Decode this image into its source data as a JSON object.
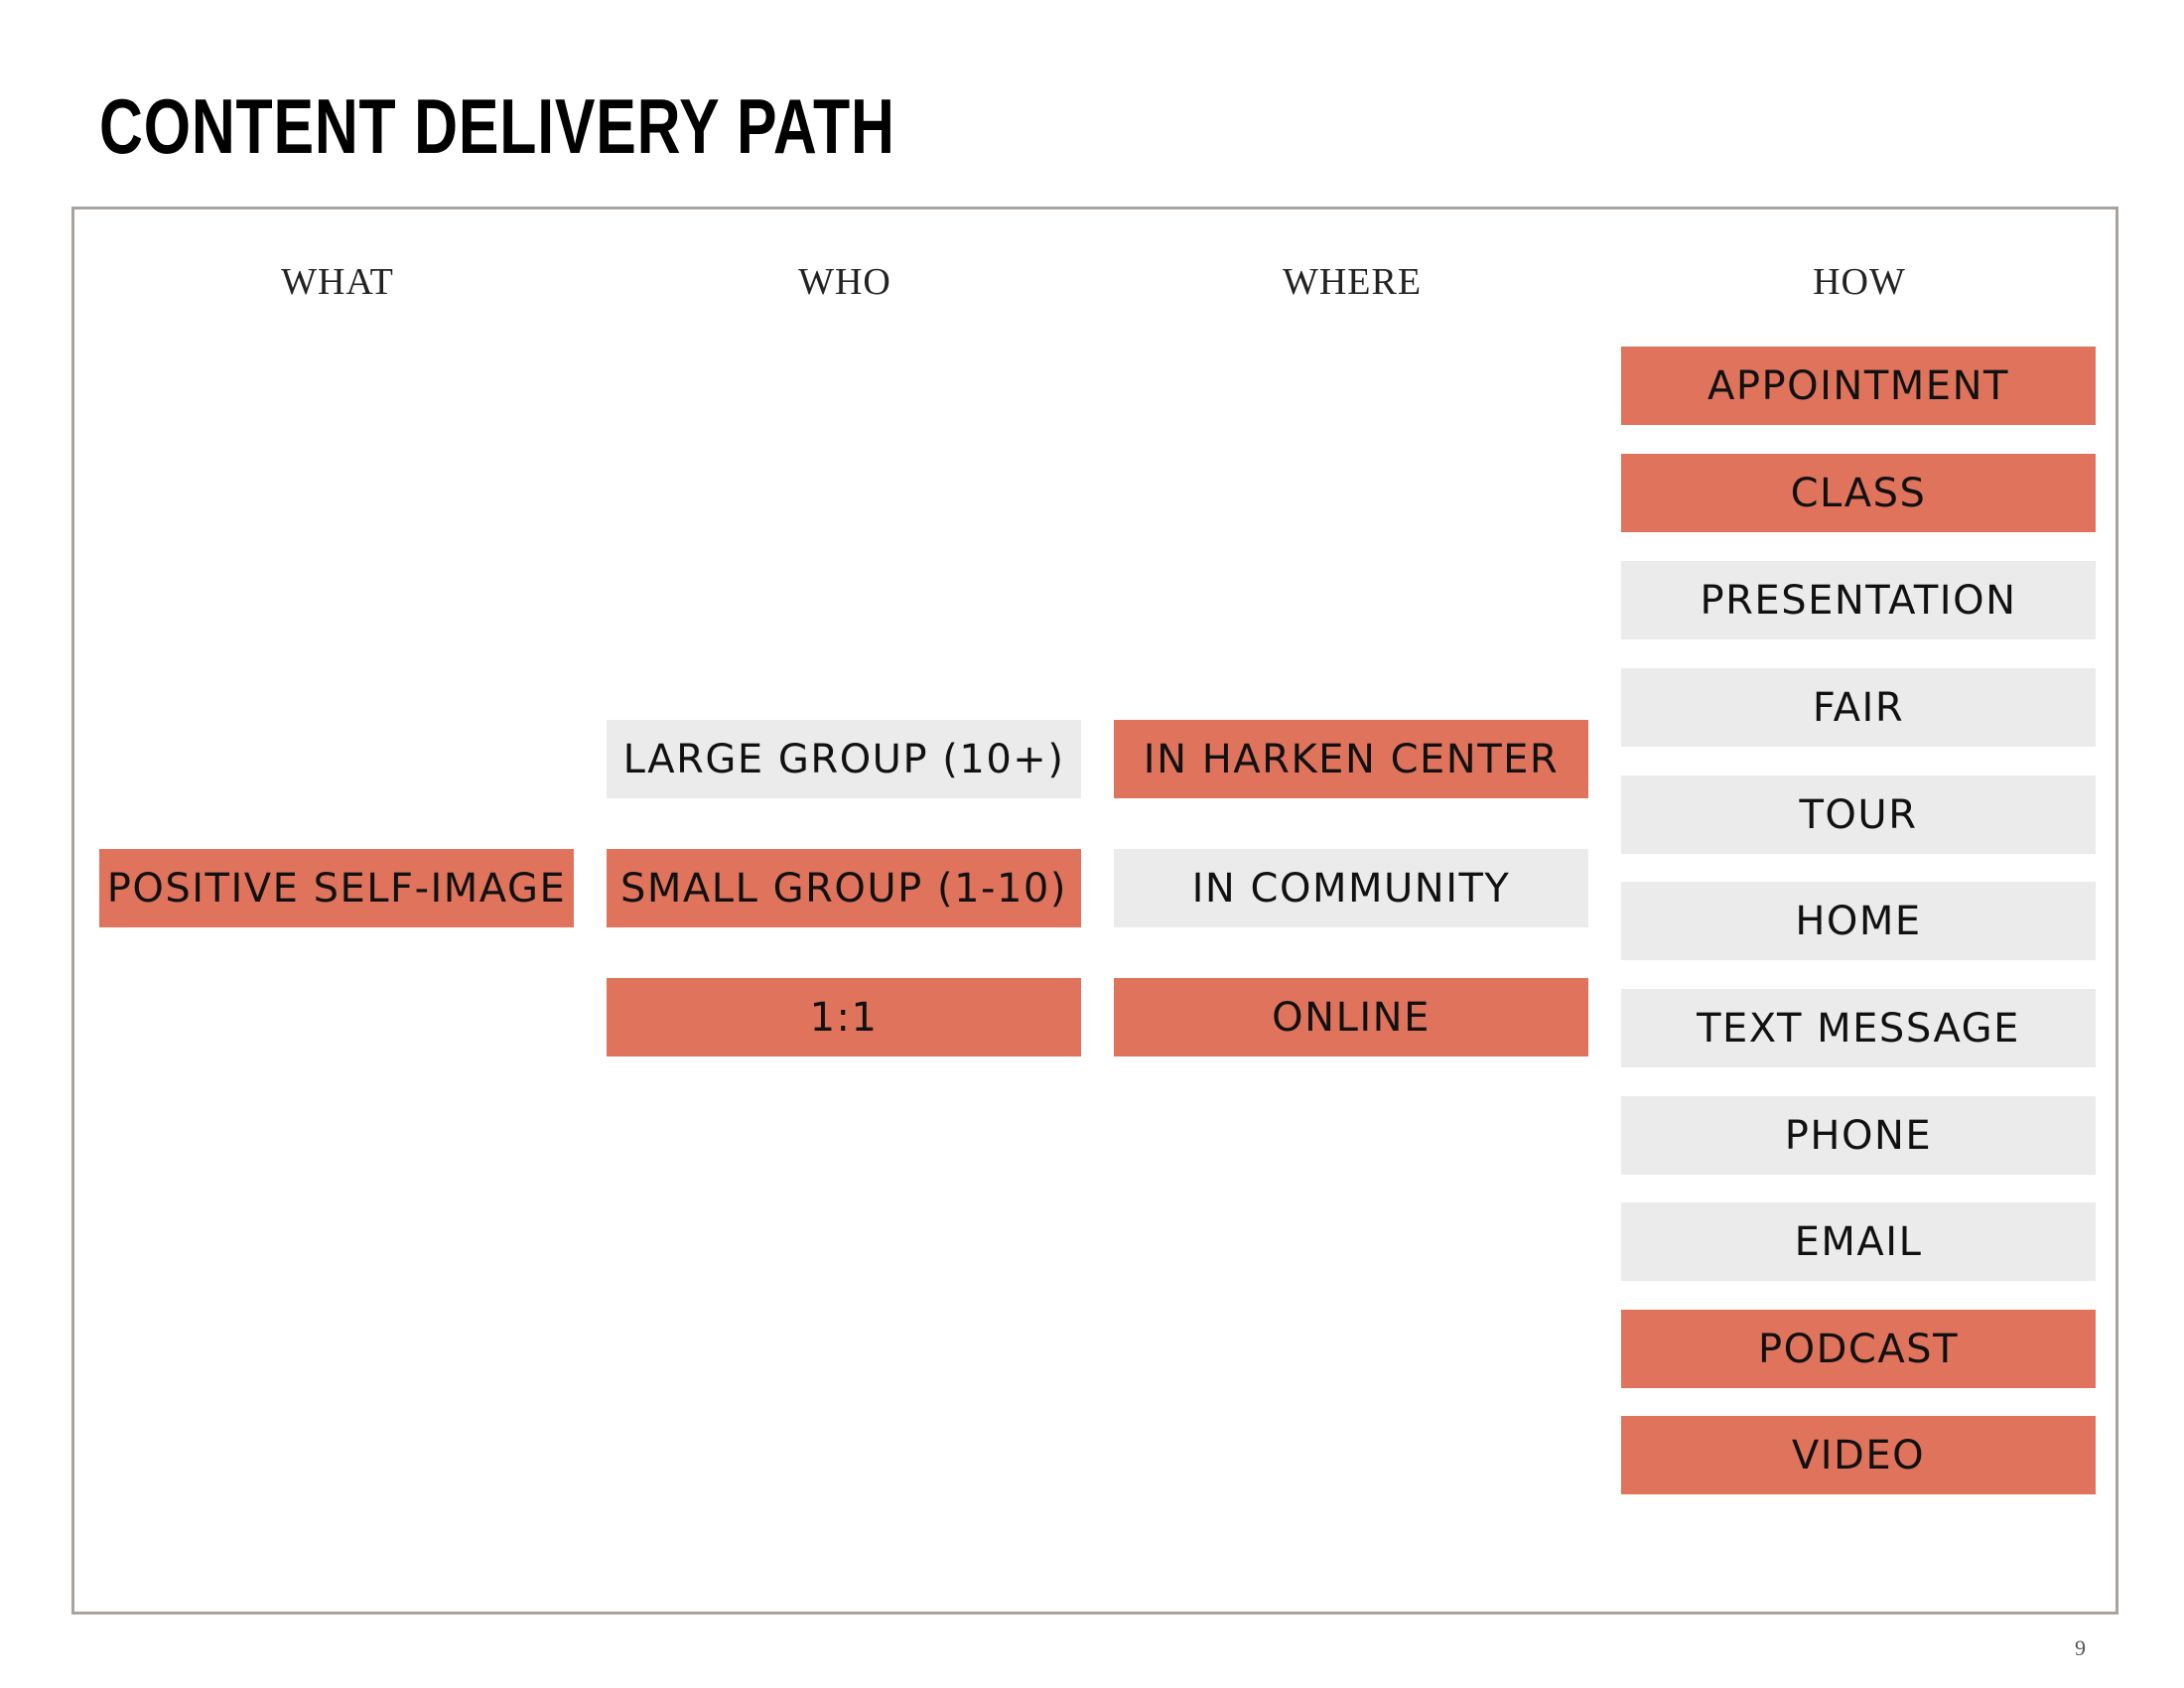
{
  "title": "CONTENT DELIVERY PATH",
  "page_number": "9",
  "colors": {
    "selected": "#e0735b",
    "unselected": "#ebebeb",
    "frame": "#a8a39e"
  },
  "columns": [
    {
      "header": "WHAT",
      "items": [
        {
          "label": "POSITIVE SELF-IMAGE",
          "selected": true
        }
      ]
    },
    {
      "header": "WHO",
      "items": [
        {
          "label": "LARGE GROUP (10+)",
          "selected": false
        },
        {
          "label": "SMALL GROUP (1-10)",
          "selected": true
        },
        {
          "label": "1:1",
          "selected": true
        }
      ]
    },
    {
      "header": "WHERE",
      "items": [
        {
          "label": "IN HARKEN CENTER",
          "selected": true
        },
        {
          "label": "IN COMMUNITY",
          "selected": false
        },
        {
          "label": "ONLINE",
          "selected": true
        }
      ]
    },
    {
      "header": "HOW",
      "items": [
        {
          "label": "APPOINTMENT",
          "selected": true
        },
        {
          "label": "CLASS",
          "selected": true
        },
        {
          "label": "PRESENTATION",
          "selected": false
        },
        {
          "label": "FAIR",
          "selected": false
        },
        {
          "label": "TOUR",
          "selected": false
        },
        {
          "label": "HOME",
          "selected": false
        },
        {
          "label": "TEXT MESSAGE",
          "selected": false
        },
        {
          "label": "PHONE",
          "selected": false
        },
        {
          "label": "EMAIL",
          "selected": false
        },
        {
          "label": "PODCAST",
          "selected": true
        },
        {
          "label": "VIDEO",
          "selected": true
        }
      ]
    }
  ]
}
